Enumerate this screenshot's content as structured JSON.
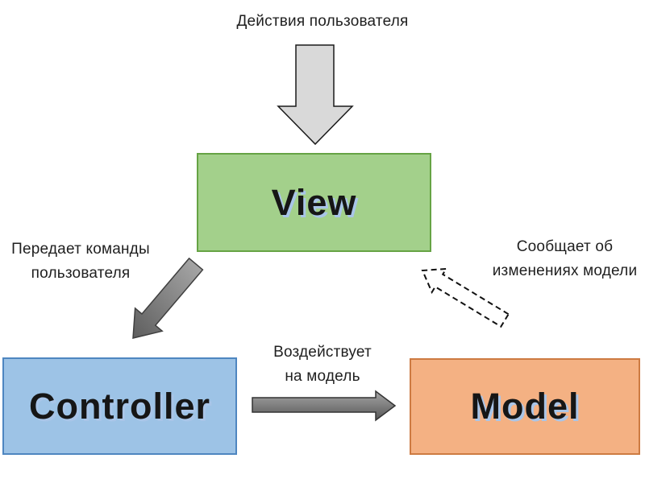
{
  "labels": {
    "user_actions": "Действия пользователя",
    "left": [
      "Передает команды",
      "пользователя"
    ],
    "right": [
      "Сообщает об",
      "изменениях модели"
    ],
    "center": [
      "Воздействует",
      "на модель"
    ]
  },
  "boxes": {
    "view": {
      "label": "View",
      "fill": "#a3d08b",
      "border": "#66a344"
    },
    "controller": {
      "label": "Controller",
      "fill": "#9dc3e6",
      "border": "#4e86c0"
    },
    "model": {
      "label": "Model",
      "fill": "#f4b183",
      "border": "#cd7b42"
    }
  },
  "colors": {
    "text": "#1f1f1f",
    "label_shadow": "#a9c5e8",
    "background": "#ffffff"
  },
  "arrows": {
    "down": {
      "icon": "down-block-arrow-icon",
      "fill": "#d9d9d9",
      "stroke": "#1a1a1a"
    },
    "view_to_controller": {
      "icon": "down-left-block-arrow-icon",
      "gradient_start": "#ababab",
      "gradient_end": "#5e5e5e",
      "stroke": "#3f3f3f"
    },
    "controller_to_model": {
      "icon": "right-block-arrow-icon",
      "gradient_start": "#a6a6a6",
      "gradient_end": "#565656",
      "stroke": "#333333"
    },
    "model_to_view": {
      "icon": "up-left-dashed-block-arrow-icon",
      "fill": "#ffffff",
      "stroke": "#111111",
      "style": "dashed"
    }
  }
}
